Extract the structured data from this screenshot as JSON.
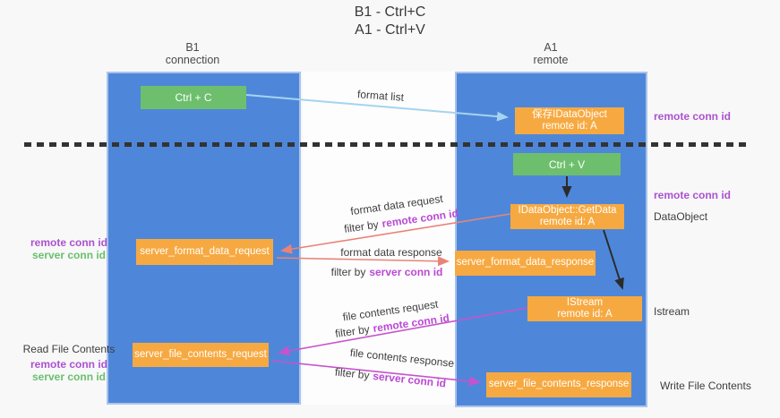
{
  "title": {
    "line1": "B1 - Ctrl+C",
    "line2": "A1 - Ctrl+V"
  },
  "lifelines": {
    "left": {
      "name": "B1",
      "role": "connection"
    },
    "right": {
      "name": "A1",
      "role": "remote"
    }
  },
  "nodes": {
    "ctrl_c": "Ctrl + C",
    "ctrl_v": "Ctrl + V",
    "save_dataobject": {
      "title": "保存IDataObject",
      "subtitle": "remote id: A"
    },
    "getdata": {
      "title": "IDataObject::GetData",
      "subtitle": "remote id: A"
    },
    "istream": {
      "title": "IStream",
      "subtitle": "remote id: A"
    },
    "server_format_data_request": "server_format_data_request",
    "server_format_data_response": "server_format_data_response",
    "server_file_contents_request": "server_file_contents_request",
    "server_file_contents_response": "server_file_contents_response"
  },
  "flows": {
    "format_list": "format list",
    "format_data_request": "format data request",
    "format_data_response": "format data response",
    "file_contents_request": "file contents request",
    "file_contents_response": "file contents response",
    "filter_prefix": "filter by",
    "remote_conn_id": "remote conn id",
    "server_conn_id": "server conn id"
  },
  "side_labels": {
    "remote_conn_id": "remote conn id",
    "server_conn_id": "server conn id",
    "dataobject": "DataObject",
    "istream": "Istream",
    "read_file_contents": "Read File Contents",
    "write_file_contents": "Write File Contents"
  },
  "colors": {
    "lifeline_blue": "#4e87d9",
    "node_orange": "#f7a941",
    "node_green": "#6dbf6d",
    "label_purple": "#ab52cf",
    "label_green": "#6abf6e",
    "filter_key_purple": "#bb49d4",
    "arrow_lightblue": "#a5d3f0",
    "arrow_salmon": "#e98379",
    "arrow_magenta": "#c653cd",
    "arrow_black": "#2b2b2b",
    "dashed_line": "#333333",
    "text_dark": "#3d3d3d"
  }
}
